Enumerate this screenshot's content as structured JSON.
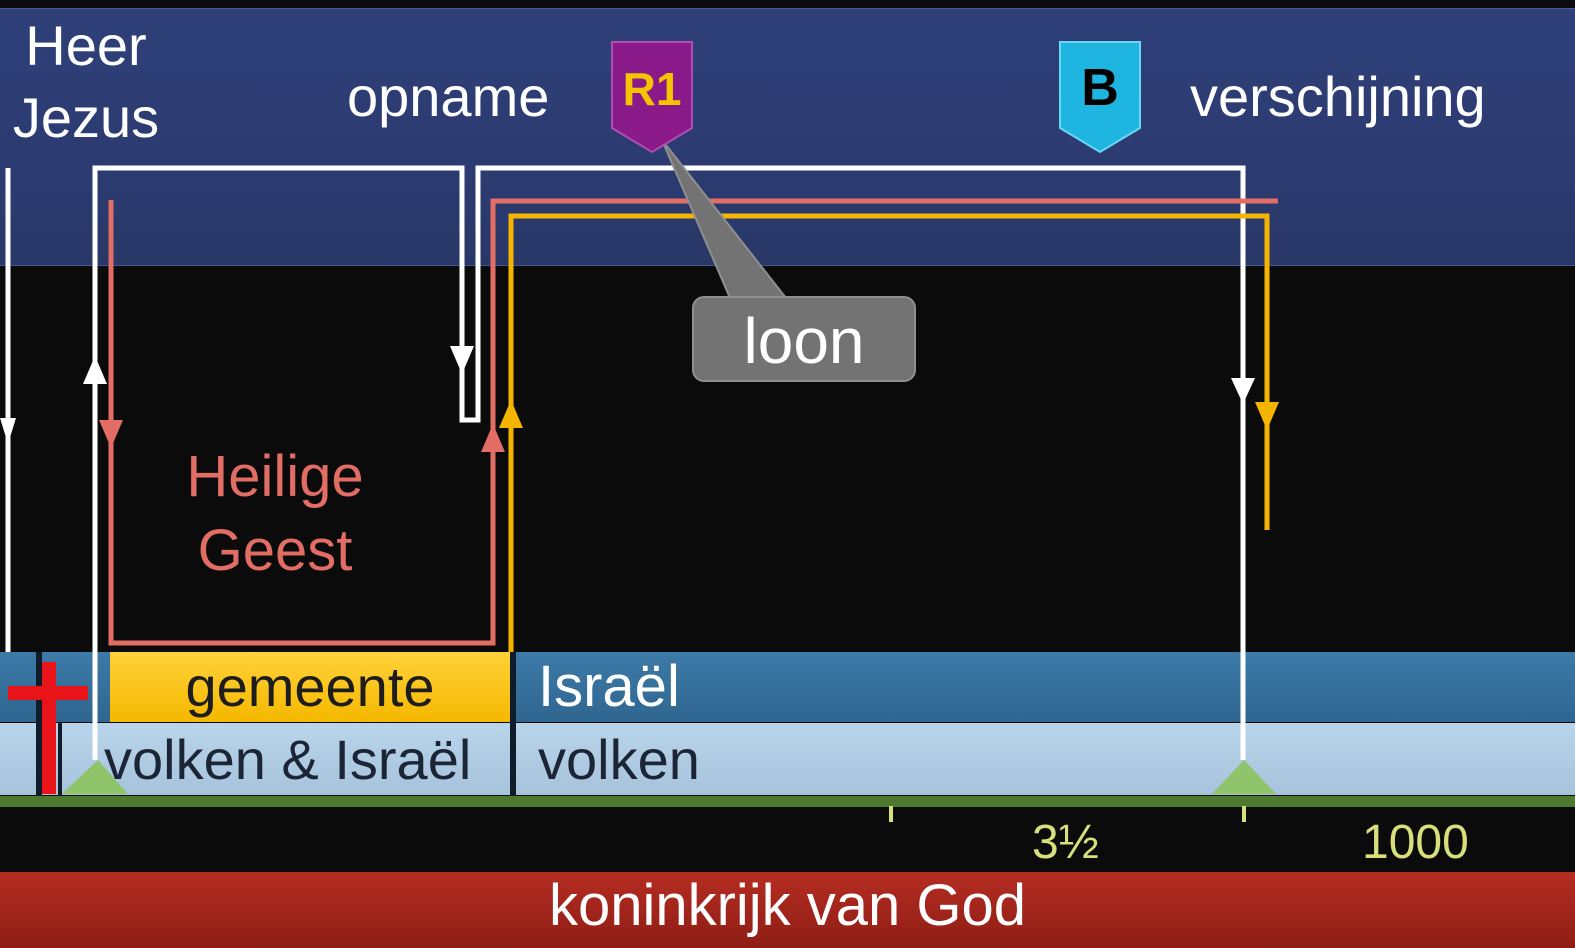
{
  "labels": {
    "lord": "Heer\nJezus",
    "rapture": "opname",
    "appearing": "verschijning",
    "holy_spirit": "Heilige\nGeest",
    "reward": "loon",
    "church": "gemeente",
    "israel": "Israël",
    "nations_israel": "volken & Israël",
    "nations": "volken",
    "years_half": "3½",
    "years_thousand": "1000",
    "kingdom": "koninkrijk van God"
  },
  "badges": {
    "r1": {
      "text": "R1",
      "color": "#8a1a8a",
      "text_color": "#f5c400"
    },
    "b": {
      "text": "B",
      "color": "#1eb6e0",
      "text_color": "#000000"
    }
  },
  "colors": {
    "white_line": "#ffffff",
    "spirit_line": "#e26d65",
    "church_line": "#f5b400",
    "cross": "#e8141a",
    "tick": "#d7e07a"
  }
}
